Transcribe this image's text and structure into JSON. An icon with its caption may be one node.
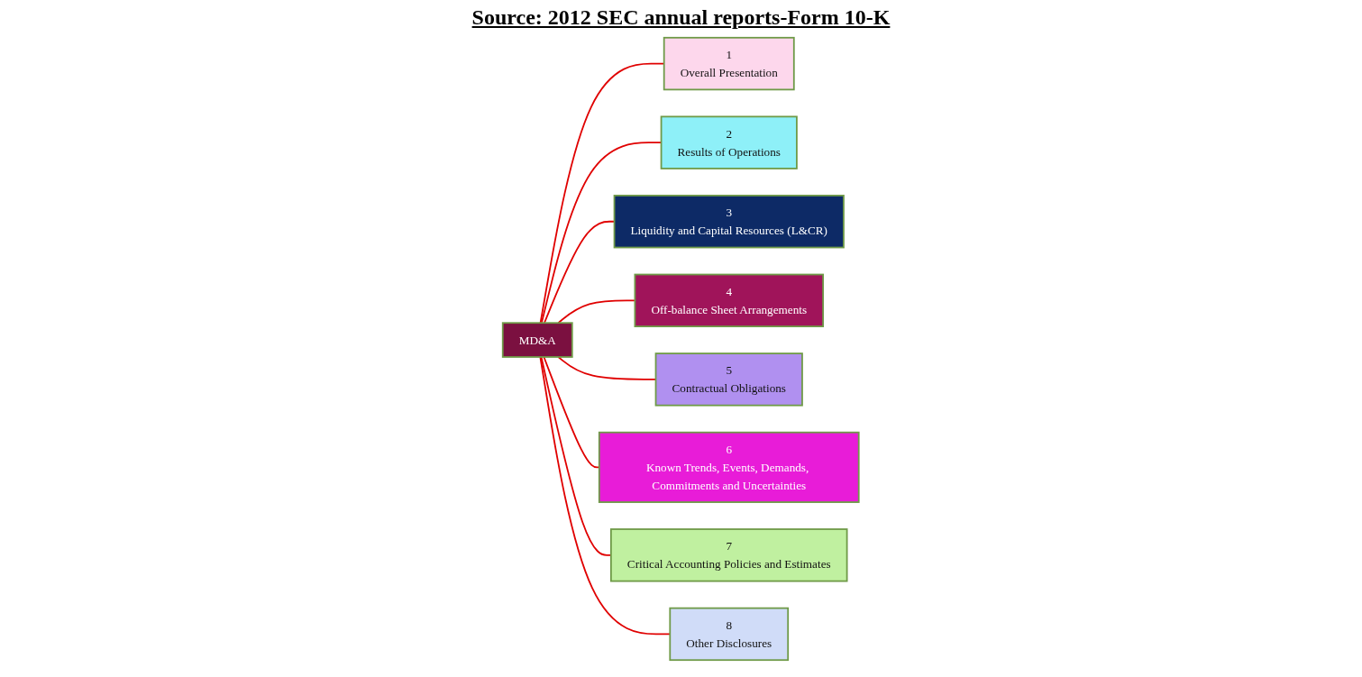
{
  "diagram": {
    "title": "Source: 2012 SEC annual reports-Form 10-K",
    "nodes": [
      {
        "text": [
          "MD&A"
        ]
      },
      {
        "text": [
          "1",
          "Overall Presentation"
        ]
      },
      {
        "text": [
          "2",
          "Results of Operations"
        ]
      },
      {
        "text": [
          "3",
          "Liquidity and Capital Resources (L&CR)"
        ]
      },
      {
        "text": [
          "4",
          "Off-balance Sheet Arrangements"
        ]
      },
      {
        "text": [
          "5",
          "Contractual Obligations"
        ]
      },
      {
        "text": [
          "6",
          "Known Trends, Events, Demands, Commitments and Uncertainties"
        ]
      },
      {
        "text": [
          "7",
          "Critical Accounting Policies and Estimates"
        ]
      },
      {
        "text": [
          "8",
          "Other Disclosures"
        ]
      }
    ],
    "edges": [
      {
        "from": 0,
        "to": 1,
        "arrow": "none"
      },
      {
        "from": 0,
        "to": 2,
        "arrow": "none"
      },
      {
        "from": 0,
        "to": 3,
        "arrow": "none"
      },
      {
        "from": 0,
        "to": 4,
        "arrow": "none"
      },
      {
        "from": 0,
        "to": 5,
        "arrow": "none"
      },
      {
        "from": 0,
        "to": 6,
        "arrow": "none"
      },
      {
        "from": 0,
        "to": 7,
        "arrow": "none"
      },
      {
        "from": 0,
        "to": 8,
        "arrow": "none"
      }
    ]
  }
}
